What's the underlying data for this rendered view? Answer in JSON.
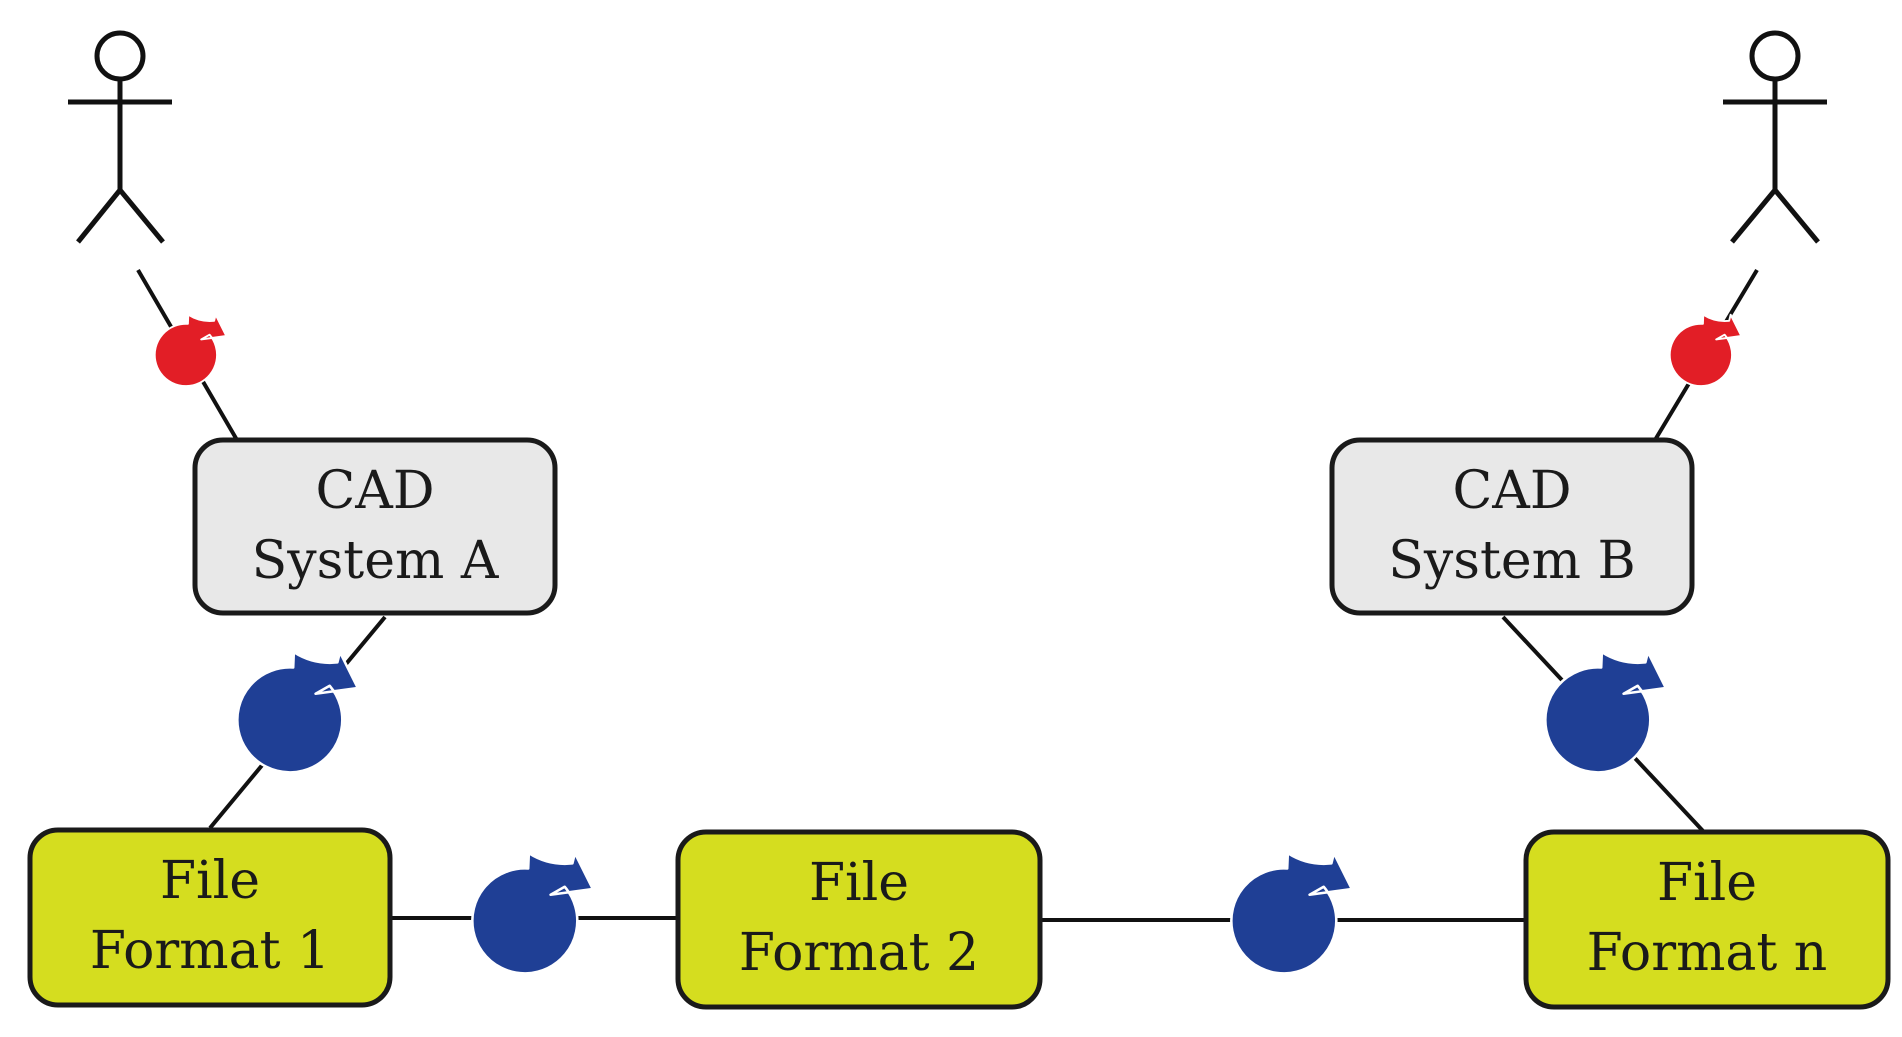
{
  "colors": {
    "background": "#ffffff",
    "cad_fill": "#e8e8e8",
    "file_fill": "#d5dd1f",
    "outline": "#1a1a1a",
    "user_cycle": "#e21e26",
    "conversion_cycle": "#1f3f95"
  },
  "icons": {
    "actor": "stick-figure-user-icon",
    "interaction_cycle": "circular-arrow-icon"
  },
  "actors": [
    {
      "id": "user-a",
      "icon": "stick-figure-user-icon"
    },
    {
      "id": "user-b",
      "icon": "stick-figure-user-icon"
    }
  ],
  "nodes": [
    {
      "id": "cad-a",
      "kind": "cad",
      "lines": [
        "CAD",
        "System A"
      ]
    },
    {
      "id": "cad-b",
      "kind": "cad",
      "lines": [
        "CAD",
        "System B"
      ]
    },
    {
      "id": "ff-1",
      "kind": "file",
      "lines": [
        "File",
        "Format 1"
      ]
    },
    {
      "id": "ff-2",
      "kind": "file",
      "lines": [
        "File",
        "Format 2"
      ]
    },
    {
      "id": "ff-n",
      "kind": "file",
      "lines": [
        "File",
        "Format n"
      ]
    }
  ],
  "edges": [
    {
      "from": "user-a",
      "to": "cad-a",
      "cycle": "user_cycle"
    },
    {
      "from": "user-b",
      "to": "cad-b",
      "cycle": "user_cycle"
    },
    {
      "from": "cad-a",
      "to": "ff-1",
      "cycle": "conversion_cycle"
    },
    {
      "from": "cad-b",
      "to": "ff-n",
      "cycle": "conversion_cycle"
    },
    {
      "from": "ff-1",
      "to": "ff-2",
      "cycle": "conversion_cycle"
    },
    {
      "from": "ff-2",
      "to": "ff-n",
      "cycle": "conversion_cycle",
      "style": "dashed-middle"
    }
  ]
}
